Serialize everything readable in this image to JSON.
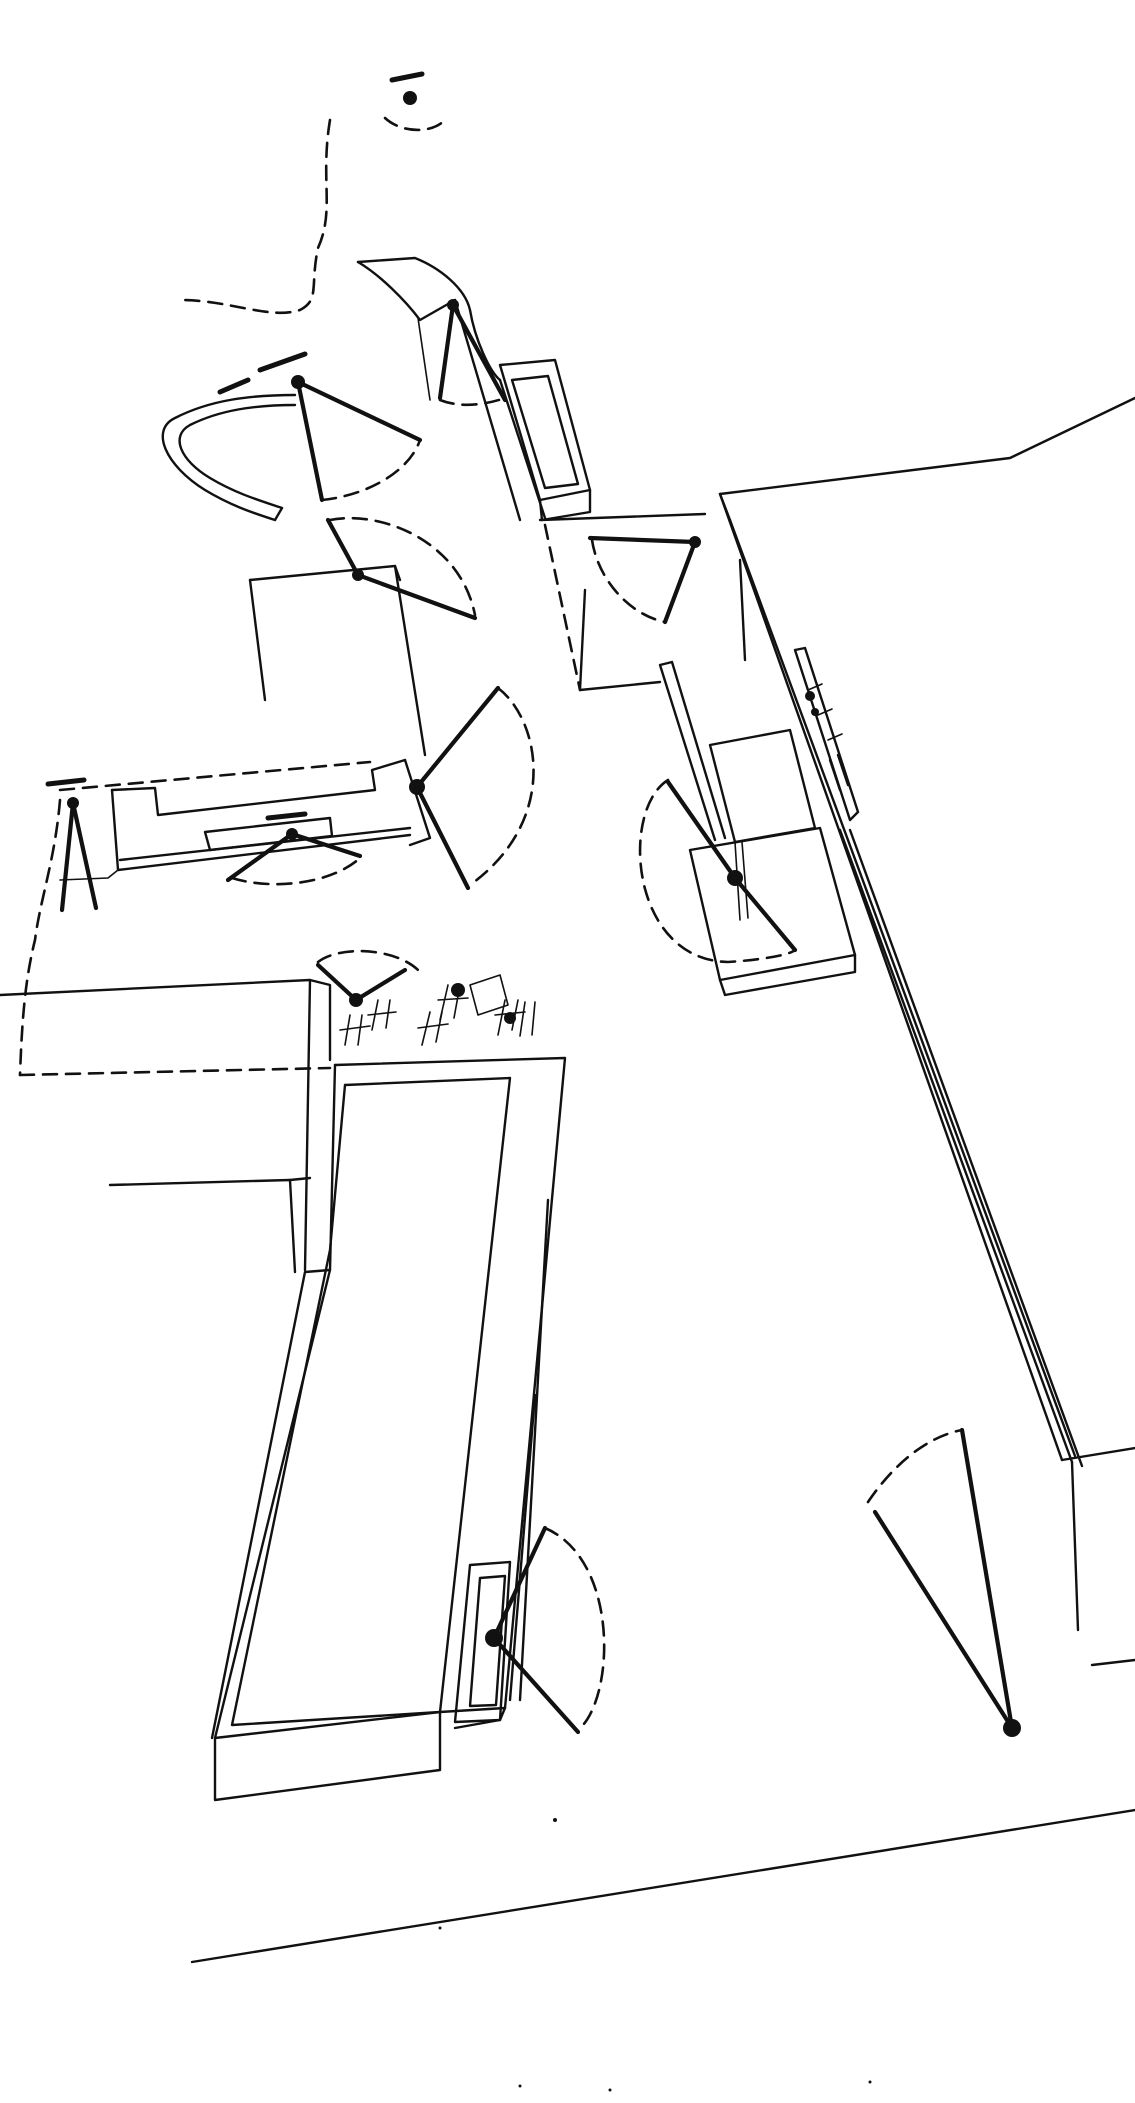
{
  "drawing": {
    "type": "isometric site sketch",
    "line_color": "#111111",
    "background": "#ffffff",
    "camera_count": 12,
    "content": "no printed text"
  }
}
